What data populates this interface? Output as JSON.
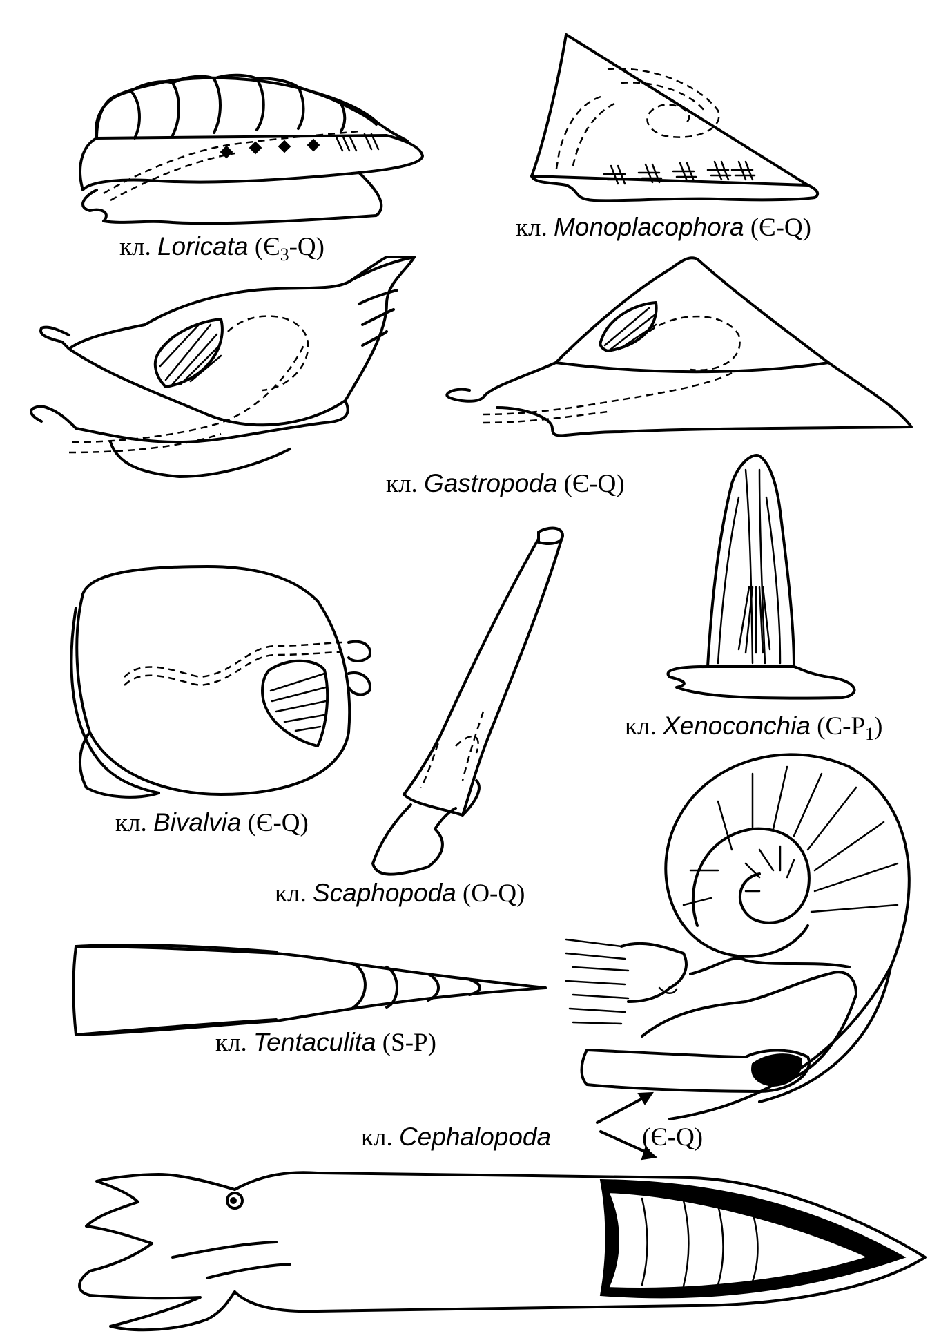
{
  "labels": {
    "loricata": {
      "prefix": "кл. ",
      "name": "Loricata",
      "open": " (Є",
      "sub": "3",
      "close": "-Q)"
    },
    "monoplacophora": {
      "prefix": "кл. ",
      "name": "Monoplacophora",
      "range": " (Є-Q)"
    },
    "gastropoda": {
      "prefix": "кл. ",
      "name": "Gastropoda",
      "range": " (Є-Q)"
    },
    "xenoconchia": {
      "prefix": "кл. ",
      "name": "Xenoconchia",
      "open": " (C-P",
      "sub": "1",
      "close": ")"
    },
    "bivalvia": {
      "prefix": "кл. ",
      "name": "Bivalvia",
      "range": " (Є-Q)"
    },
    "scaphopoda": {
      "prefix": "кл. ",
      "name": "Scaphopoda",
      "range": " (O-Q)"
    },
    "tentaculita": {
      "prefix": "кл. ",
      "name": "Tentaculita",
      "range": " (S-P)"
    },
    "cephalopoda": {
      "prefix": "кл. ",
      "name": "Cephalopoda",
      "range": "(Є-Q)"
    }
  },
  "colors": {
    "ink": "#000000",
    "paper": "#ffffff"
  }
}
